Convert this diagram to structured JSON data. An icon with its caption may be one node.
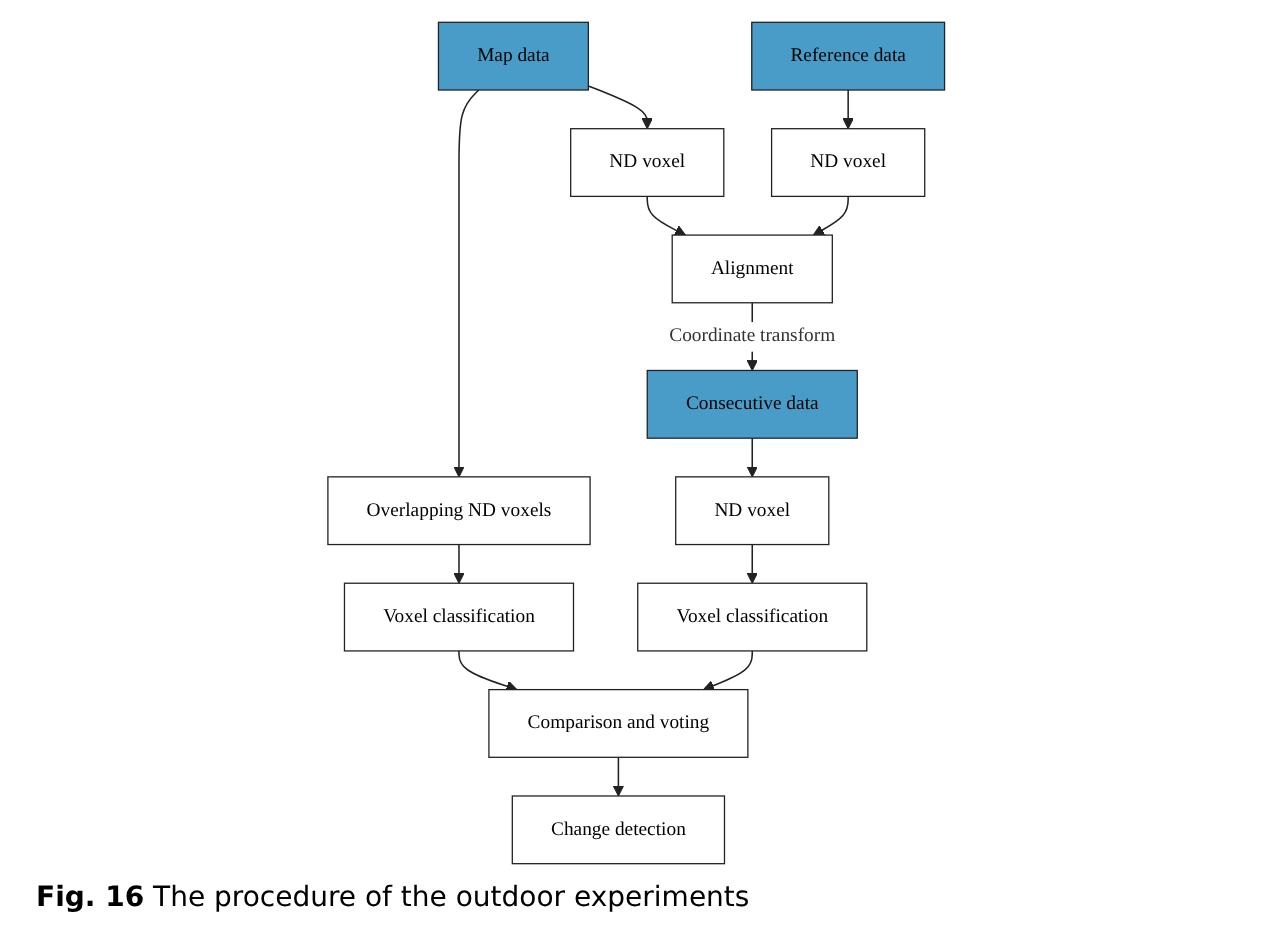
{
  "diagram": {
    "caption": "**Fig. 16** The procedure of the outdoor experiments",
    "nodes": [
      {
        "text": [
          "Map data"
        ]
      },
      {
        "text": [
          "Reference data"
        ]
      },
      {
        "text": [
          "ND voxel"
        ]
      },
      {
        "text": [
          "ND voxel"
        ]
      },
      {
        "text": [
          "Alignment"
        ]
      },
      {
        "text": [
          "Consecutive data"
        ]
      },
      {
        "text": [
          "Overlapping ND voxels"
        ]
      },
      {
        "text": [
          "ND voxel"
        ]
      },
      {
        "text": [
          "Voxel classification"
        ]
      },
      {
        "text": [
          "Voxel classification"
        ]
      },
      {
        "text": [
          "Comparison and voting"
        ]
      },
      {
        "text": [
          "Change detection"
        ]
      }
    ],
    "edges": [
      {
        "from": 0,
        "to": 2,
        "arrow": "to"
      },
      {
        "from": 1,
        "to": 3,
        "arrow": "to"
      },
      {
        "from": 2,
        "to": 4,
        "arrow": "to"
      },
      {
        "from": 3,
        "to": 4,
        "arrow": "to"
      },
      {
        "from": 4,
        "to": 5,
        "arrow": "to",
        "label": "Coordinate transform"
      },
      {
        "from": 0,
        "to": 6,
        "arrow": "to"
      },
      {
        "from": 5,
        "to": 7,
        "arrow": "to"
      },
      {
        "from": 6,
        "to": 8,
        "arrow": "to"
      },
      {
        "from": 7,
        "to": 9,
        "arrow": "to"
      },
      {
        "from": 8,
        "to": 10,
        "arrow": "to"
      },
      {
        "from": 9,
        "to": 10,
        "arrow": "to"
      },
      {
        "from": 10,
        "to": 11,
        "arrow": "to"
      }
    ]
  }
}
